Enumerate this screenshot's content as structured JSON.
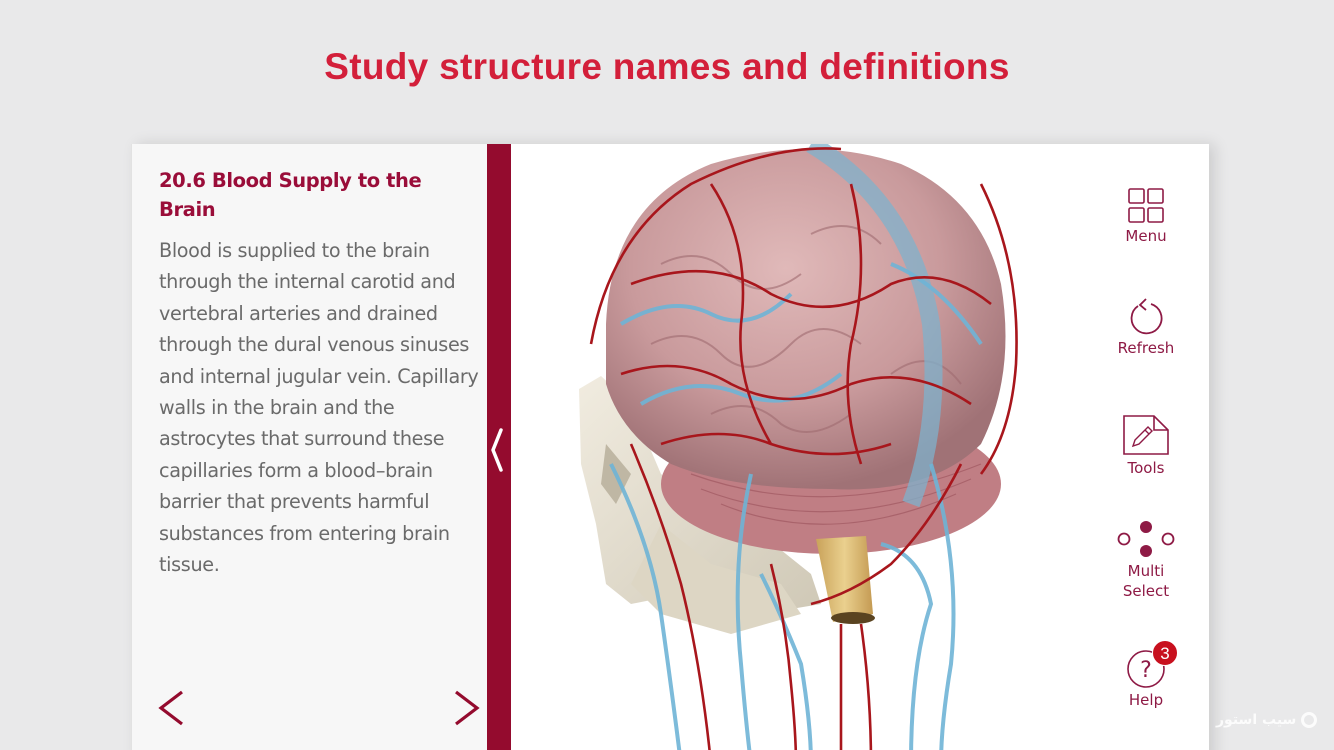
{
  "headline": "Study structure names and definitions",
  "side_panel": {
    "title": "20.6 Blood Supply to the Brain",
    "body": "Blood is supplied to the brain through the internal carotid and vertebral arteries and drained through the dural venous sinuses and internal jugular vein. Capillary walls in the brain and the astrocytes that surround these capillaries form a blood–brain barrier that prevents harmful substances from entering brain tissue.",
    "prev_icon": "chevron-left-icon",
    "next_icon": "chevron-right-icon",
    "collapse_icon": "chevron-left-icon"
  },
  "viewport": {
    "subject": "3D model of head: brain, skull, cerebral arteries and veins",
    "colors": {
      "brain": "#c99a9c",
      "artery": "#a8161c",
      "vein": "#6fb4d6",
      "bone": "#e8e2d2",
      "brainstem": "#d9b671"
    }
  },
  "toolbar": {
    "items": [
      {
        "label": "Menu",
        "icon": "grid-icon"
      },
      {
        "label": "Refresh",
        "icon": "refresh-icon"
      },
      {
        "label": "Tools",
        "icon": "note-pencil-icon"
      },
      {
        "label_line1": "Multi",
        "label_line2": "Select",
        "icon": "multi-select-icon"
      },
      {
        "label": "Help",
        "icon": "help-icon",
        "badge": "3"
      }
    ]
  },
  "theme": {
    "accent": "#940b2e",
    "headline_color": "#d31f3a",
    "text_gray": "#6a6a6a",
    "badge_red": "#c8101e",
    "background": "#e9e9ea"
  },
  "watermark": "سیب استور"
}
